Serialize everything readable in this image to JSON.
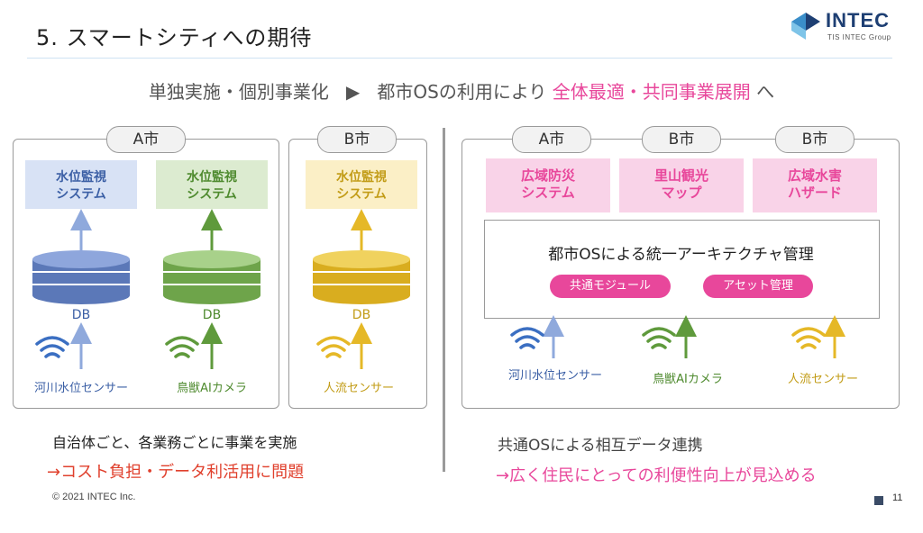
{
  "header": {
    "title": "5. スマートシティへの期待",
    "logo_text": "INTEC",
    "logo_sub": "TIS INTEC Group"
  },
  "headline": {
    "prefix": "単独実施・個別事業化",
    "arrow": "▶",
    "middle": "都市OSの利用により",
    "highlight": "全体最適・共同事業展開",
    "suffix": "へ"
  },
  "left": {
    "city_a": "A市",
    "city_b": "B市",
    "systems": [
      {
        "name": "水位監視\nシステム"
      },
      {
        "name": "水位監視\nシステム"
      },
      {
        "name": "水位監視\nシステム"
      }
    ],
    "db_label": "DB",
    "sensors": [
      "河川水位センサー",
      "鳥獣AIカメラ",
      "人流センサー"
    ],
    "note": "自治体ごと、各業務ごとに事業を実施",
    "problem": "→コスト負担・データ利活用に問題"
  },
  "right": {
    "cities": [
      "A市",
      "B市",
      "B市"
    ],
    "services": [
      "広域防災\nシステム",
      "里山観光\nマップ",
      "広域水害\nハザード"
    ],
    "arch_title": "都市OSによる統一アーキテクチャ管理",
    "chips": [
      "共通モジュール",
      "アセット管理"
    ],
    "sensors": [
      "河川水位センサー",
      "鳥獣AIカメラ",
      "人流センサー"
    ],
    "note": "共通OSによる相互データ連携",
    "benefit": "→広く住民にとっての利便性向上が見込める"
  },
  "footer": {
    "copyright": "© 2021 INTEC Inc.",
    "page": "11"
  },
  "colors": {
    "blue": "#6f8fcb",
    "green": "#7fb25b",
    "yellow": "#e8c23a",
    "pink": "#e8479b",
    "red": "#e0402d"
  }
}
